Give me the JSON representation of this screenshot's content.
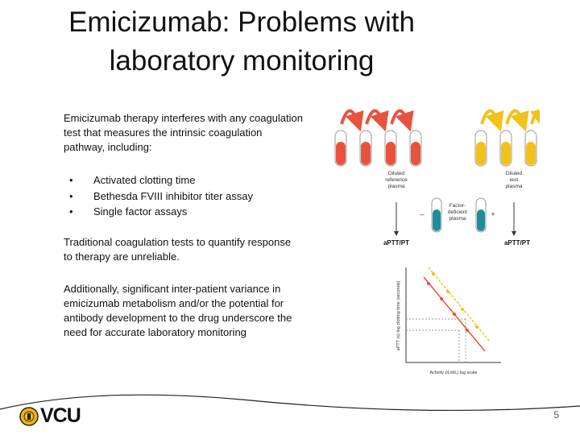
{
  "title": "Emicizumab:  Problems with laboratory monitoring",
  "intro": "Emicizumab therapy interferes with any coagulation test that measures the intrinsic coagulation pathway, including:",
  "bullets": [
    "Activated clotting time",
    "Bethesda FVIII inhibitor titer assay",
    "Single factor assays"
  ],
  "bullet_symbol": "•",
  "para2": "Traditional coagulation tests to quantify response to therapy are unreliable.",
  "para3": "Additionally, significant inter-patient variance in emicizumab metabolism and/or the potential for antibody development to the drug underscore the need for accurate laboratory monitoring",
  "figure": {
    "left_tube_label_1": "Diluted",
    "left_tube_label_2": "reference",
    "left_tube_label_3": "plasma",
    "right_tube_label_1": "Diluted",
    "right_tube_label_2": "test",
    "right_tube_label_3": "plasma",
    "center_label_1": "Factor-",
    "center_label_2": "deficient",
    "center_label_3": "plasma",
    "minus": "–",
    "plus": "+",
    "left_test": "aPTT/PT",
    "right_test": "aPTT/PT",
    "y_axis_label": "aPTT (s) log clotting time (seconds)",
    "x_axis_label": "Activity (IU/dL) log scale",
    "colors": {
      "red": "#e8533f",
      "yellow": "#f2c21b",
      "teal": "#1f8e9a"
    }
  },
  "footer": {
    "logo_text": "VCU",
    "page_number": "5"
  }
}
